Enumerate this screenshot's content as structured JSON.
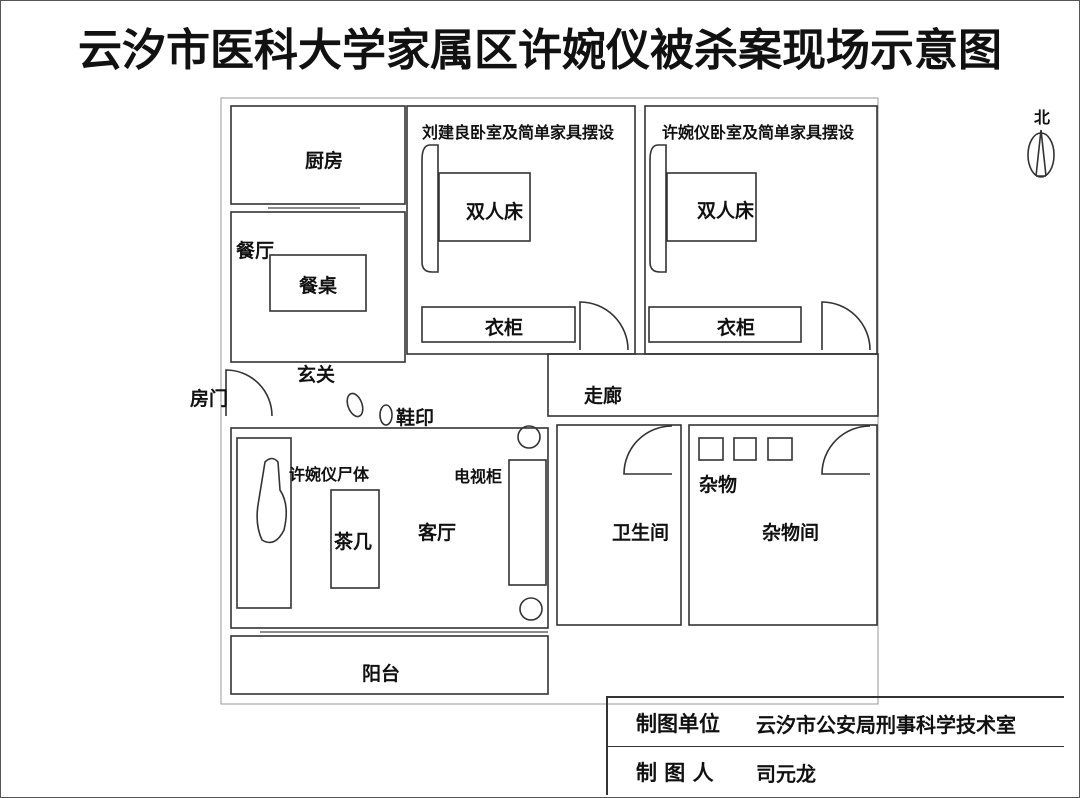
{
  "title": "云汐市医科大学家属区许婉仪被杀案现场示意图",
  "compass_label": "北",
  "rooms": {
    "kitchen": "厨房",
    "dining_room": "餐厅",
    "dining_table": "餐桌",
    "bedroom1_title": "刘建良卧室及简单家具摆设",
    "bedroom2_title": "许婉仪卧室及简单家具摆设",
    "double_bed": "双人床",
    "wardrobe": "衣柜",
    "entrance": "玄关",
    "front_door": "房门",
    "corridor": "走廊",
    "shoe_print": "鞋印",
    "body_label": "许婉仪尸体",
    "coffee_table": "茶几",
    "living_room": "客厅",
    "tv_cabinet": "电视柜",
    "bathroom": "卫生间",
    "storage_room": "杂物间",
    "storage_items": "杂物",
    "balcony": "阳台"
  },
  "legend": [
    {
      "key": "制图单位",
      "value": "云汐市公安局刑事科学技术室"
    },
    {
      "key": "制 图 人",
      "value": "司元龙"
    }
  ]
}
